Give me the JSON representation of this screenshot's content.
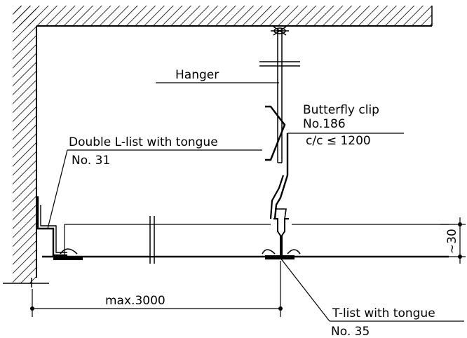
{
  "labels": {
    "hanger": "Hanger",
    "butterfly_clip_line1": "Butterfly clip",
    "butterfly_clip_line2": "No.186",
    "butterfly_clip_line3": "c/c ≤ 1200",
    "double_l_list": "Double L-list with tongue",
    "double_l_list_no": "No. 31",
    "t_list": "T-list with tongue",
    "t_list_no": "No. 35"
  },
  "dimensions": {
    "span": "max.3000",
    "height": "~30"
  },
  "colors": {
    "line": "#000000",
    "background": "#ffffff"
  }
}
